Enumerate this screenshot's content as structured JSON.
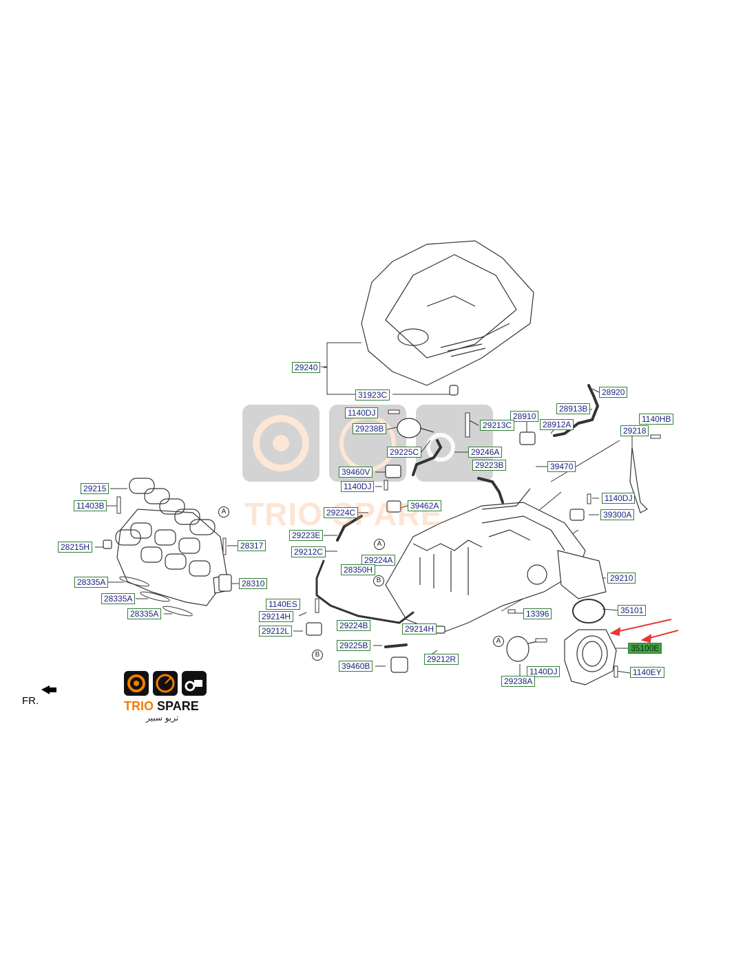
{
  "diagram": {
    "parts": [
      {
        "id": "p29240",
        "label": "29240"
      },
      {
        "id": "p31923C",
        "label": "31923C"
      },
      {
        "id": "p28920",
        "label": "28920"
      },
      {
        "id": "p28913B",
        "label": "28913B"
      },
      {
        "id": "p1140DJ_a",
        "label": "1140DJ"
      },
      {
        "id": "p28910",
        "label": "28910"
      },
      {
        "id": "p1140HB",
        "label": "1140HB"
      },
      {
        "id": "p29238B",
        "label": "29238B"
      },
      {
        "id": "p29213C",
        "label": "29213C"
      },
      {
        "id": "p28912A",
        "label": "28912A"
      },
      {
        "id": "p29218",
        "label": "29218"
      },
      {
        "id": "p29225C",
        "label": "29225C"
      },
      {
        "id": "p29246A",
        "label": "29246A"
      },
      {
        "id": "p29223B",
        "label": "29223B"
      },
      {
        "id": "p39470",
        "label": "39470"
      },
      {
        "id": "p39460V",
        "label": "39460V"
      },
      {
        "id": "p1140DJ_b",
        "label": "1140DJ"
      },
      {
        "id": "p29215",
        "label": "29215"
      },
      {
        "id": "p1140DJ_c",
        "label": "1140DJ"
      },
      {
        "id": "p11403B",
        "label": "11403B"
      },
      {
        "id": "p39462A",
        "label": "39462A"
      },
      {
        "id": "p29224C",
        "label": "29224C"
      },
      {
        "id": "p39300A",
        "label": "39300A"
      },
      {
        "id": "p29223E",
        "label": "29223E"
      },
      {
        "id": "p28215H",
        "label": "28215H"
      },
      {
        "id": "p28317",
        "label": "28317"
      },
      {
        "id": "p29212C",
        "label": "29212C"
      },
      {
        "id": "p29224A",
        "label": "29224A"
      },
      {
        "id": "p28350H",
        "label": "28350H"
      },
      {
        "id": "p29210",
        "label": "29210"
      },
      {
        "id": "p28335A_a",
        "label": "28335A"
      },
      {
        "id": "p28310",
        "label": "28310"
      },
      {
        "id": "p28335A_b",
        "label": "28335A"
      },
      {
        "id": "p1140ES",
        "label": "1140ES"
      },
      {
        "id": "p35101",
        "label": "35101"
      },
      {
        "id": "p28335A_c",
        "label": "28335A"
      },
      {
        "id": "p13396",
        "label": "13396"
      },
      {
        "id": "p29214H_a",
        "label": "29214H"
      },
      {
        "id": "p29224B",
        "label": "29224B"
      },
      {
        "id": "p29214H_b",
        "label": "29214H"
      },
      {
        "id": "p29212L",
        "label": "29212L"
      },
      {
        "id": "p35100E",
        "label": "35100E"
      },
      {
        "id": "p29225B",
        "label": "29225B"
      },
      {
        "id": "p29212R",
        "label": "29212R"
      },
      {
        "id": "p39460B",
        "label": "39460B"
      },
      {
        "id": "p1140DJ_d",
        "label": "1140DJ"
      },
      {
        "id": "p1140EY",
        "label": "1140EY"
      },
      {
        "id": "p29238A",
        "label": "29238A"
      }
    ],
    "highlighted_part": "35100E",
    "callouts": [
      "A",
      "A",
      "B",
      "B",
      "A"
    ],
    "orientation_label": "FR."
  },
  "watermark": {
    "brand_name": "TRIO SPARE",
    "brand_word_1": "TRIO",
    "brand_word_2": "SPARE",
    "arabic_name": "تريو سبير"
  },
  "colors": {
    "label_border": "#2e7d32",
    "label_text": "#1a237e",
    "highlight_fill": "#43a047",
    "arrow": "#e53935",
    "brand_orange": "#f57c00"
  }
}
